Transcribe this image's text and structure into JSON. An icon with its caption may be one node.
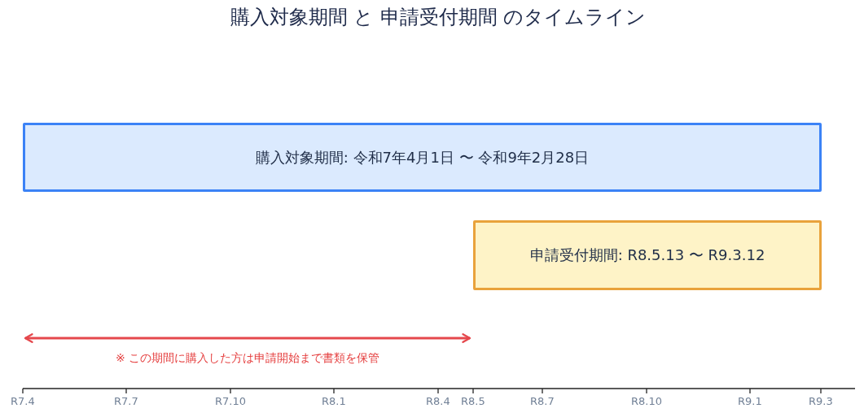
{
  "diagram": {
    "title": "購入対象期間 と 申請受付期間 のタイムライン",
    "nodes": [
      {
        "text": [
          "購入対象期間: 令和7年4月1日 〜 令和9年2月28日"
        ]
      },
      {
        "text": [
          "申請受付期間: R8.5.13 〜 R9.3.12"
        ]
      }
    ],
    "labels": [
      "※ この期間に購入した方は申請開始まで書類を保管",
      "R7.4",
      "R7.7",
      "R7.10",
      "R8.1",
      "R8.4",
      "R8.5",
      "R8.7",
      "R8.10",
      "R9.1",
      "R9.3"
    ]
  }
}
